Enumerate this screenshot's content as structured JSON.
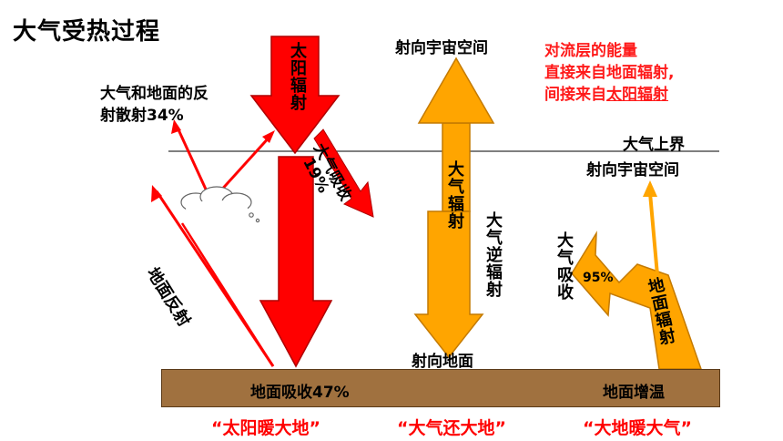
{
  "title": "大气受热过程",
  "labels": {
    "reflect_scatter_line1": "大气和地面的反",
    "reflect_scatter_line2": "射散射34%",
    "solar_radiation": "太阳辐射",
    "atmos_absorb_19": "大气吸收",
    "atmos_absorb_19_value": "19%",
    "to_space_top": "射向宇宙空间",
    "atmos_upper_boundary": "大气上界",
    "to_space_right": "射向宇宙空间",
    "atmos_radiation": "大气辐射",
    "counter_radiation": "大气逆辐射",
    "to_ground": "射向地面",
    "surface_reflect": "地面反射",
    "ground_absorb": "地面吸收47%",
    "ground_warm": "地面增温",
    "atmos_absorb_95": "大气吸收",
    "atmos_absorb_95_value": "95%",
    "ground_radiation": "地面辐射"
  },
  "note": {
    "line1": "对流层的能量",
    "line2": "直接来自地面辐射,",
    "line3_prefix": "间接来自",
    "line3_underlined": "太阳辐射"
  },
  "slogans": {
    "s1": "“太阳暖大地”",
    "s2": "“大气还大地”",
    "s3": "“大地暖大气”"
  },
  "colors": {
    "solar": "#ff0000",
    "longwave": "#ffa500",
    "ground": "#a0713f",
    "note": "#ff1a1a"
  }
}
